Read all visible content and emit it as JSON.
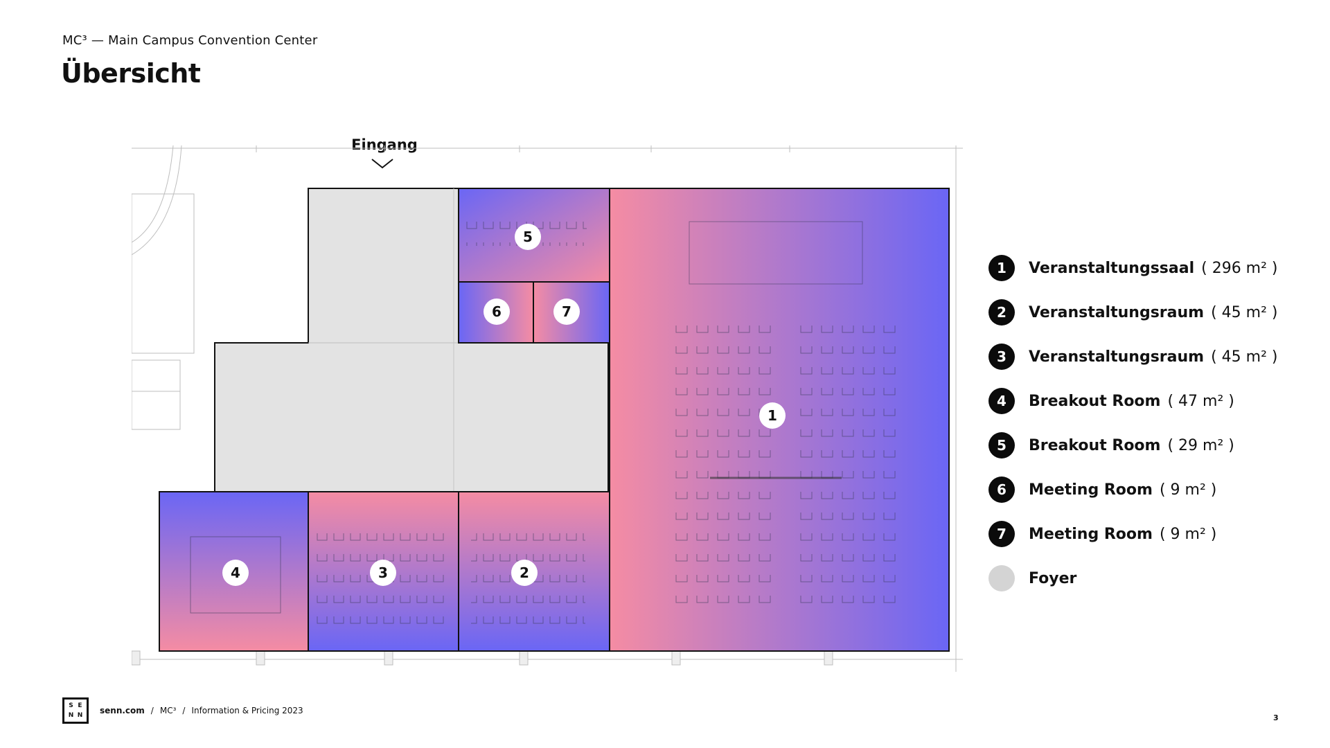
{
  "header": {
    "subtitle": "MC³ — Main Campus Convention Center",
    "title": "Übersicht"
  },
  "plan": {
    "entrance_label": "Eingang",
    "room_markers": [
      "1",
      "2",
      "3",
      "4",
      "5",
      "6",
      "7"
    ],
    "colors": {
      "gradient_pink": "#f58ca3",
      "gradient_blue": "#6a66f5",
      "foyer": "#e3e3e3",
      "marker": "#ffffff",
      "wall": "#111111"
    }
  },
  "legend": {
    "items": [
      {
        "marker": "1",
        "name": "Veranstaltungssaal",
        "size": "( 296 m² )"
      },
      {
        "marker": "2",
        "name": "Veranstaltungsraum",
        "size": "( 45 m² )"
      },
      {
        "marker": "3",
        "name": "Veranstaltungsraum",
        "size": "( 45 m² )"
      },
      {
        "marker": "4",
        "name": "Breakout Room",
        "size": "( 47 m² )"
      },
      {
        "marker": "5",
        "name": "Breakout Room",
        "size": "( 29 m² )"
      },
      {
        "marker": "6",
        "name": "Meeting Room",
        "size": "( 9 m² )"
      },
      {
        "marker": "7",
        "name": "Meeting Room",
        "size": "( 9 m² )"
      },
      {
        "marker": "",
        "name": "Foyer",
        "size": ""
      }
    ],
    "marker_color": "#0b0b0b",
    "foyer_marker_color": "#d4d4d4"
  },
  "footer": {
    "logo_letters": [
      "S",
      "E",
      "N",
      "N"
    ],
    "site": "senn.com",
    "separator": "/",
    "crumb_1": "MC³",
    "crumb_2": "Information & Pricing 2023",
    "page_number": "3"
  }
}
